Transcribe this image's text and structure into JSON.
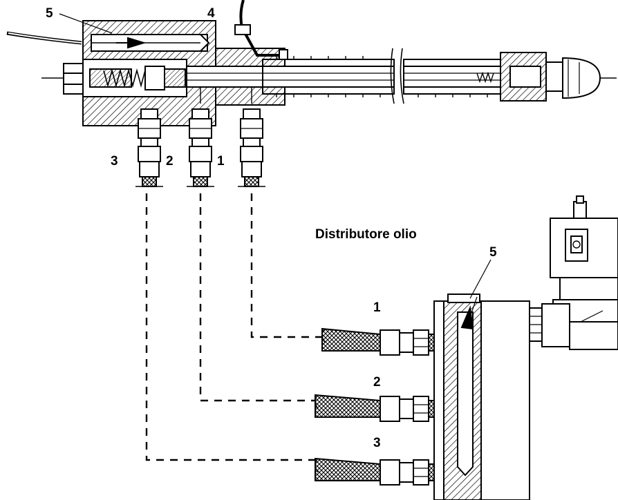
{
  "labels": {
    "title": "Distributore olio",
    "lance_thermocouple": "5",
    "lance_cable": "4",
    "port_3": "3",
    "port_2": "2",
    "port_1": "1",
    "distributor_thermocouple": "5",
    "distributor_inlet_1": "1",
    "distributor_inlet_2": "2",
    "distributor_inlet_3": "3"
  },
  "colors": {
    "line": "#000000",
    "background": "#ffffff"
  }
}
